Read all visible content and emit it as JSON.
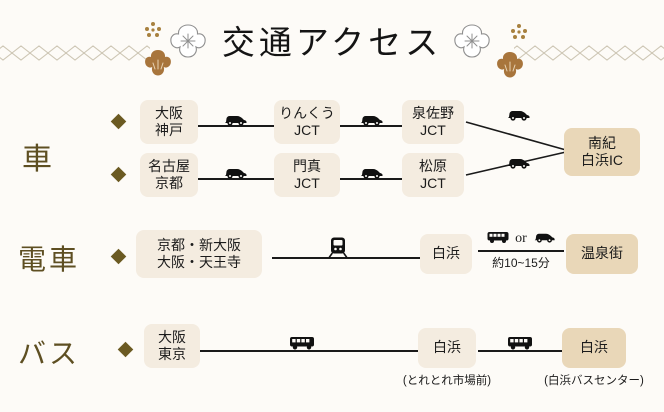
{
  "header": {
    "title": "交通アクセス",
    "motifs": [
      "plum-dots-left",
      "plum-outline-left",
      "plum-solid-left",
      "plum-dots-right",
      "plum-outline-right",
      "plum-solid-right"
    ],
    "divider": "diamond-chain"
  },
  "colors": {
    "background": "#fdfbf7",
    "node_fill": "#f4ece0",
    "destination_fill": "#e9d7b8",
    "mode_label": "#5e4f22",
    "bullet": "#6b5a22",
    "line": "#1a1a1a",
    "divider": "#cdc6b4"
  },
  "sections": [
    {
      "mode": "車",
      "routes": [
        {
          "origin": [
            "大阪",
            "神戸"
          ],
          "stops": [
            [
              "りんくう",
              "JCT"
            ],
            [
              "泉佐野",
              "JCT"
            ]
          ],
          "vehicle": "car-icon"
        },
        {
          "origin": [
            "名古屋",
            "京都"
          ],
          "stops": [
            [
              "門真",
              "JCT"
            ],
            [
              "松原",
              "JCT"
            ]
          ],
          "vehicle": "car-icon"
        }
      ],
      "destination": [
        "南紀",
        "白浜IC"
      ]
    },
    {
      "mode": "電車",
      "routes": [
        {
          "origin": [
            "京都・新大阪",
            "大阪・天王寺"
          ],
          "stops": [
            [
              "白浜"
            ]
          ],
          "vehicle": "train-icon"
        }
      ],
      "transfer": {
        "options": [
          "bus-icon",
          "car-icon"
        ],
        "separator": "or",
        "duration": "約10~15分"
      },
      "destination": [
        "温泉街"
      ]
    },
    {
      "mode": "バス",
      "routes": [
        {
          "origin": [
            "大阪",
            "東京"
          ],
          "stops": [
            [
              "白浜"
            ]
          ],
          "stop_captions": [
            "(とれとれ市場前)"
          ],
          "vehicle": "bus-icon"
        }
      ],
      "destination": [
        "白浜"
      ],
      "destination_caption": "(白浜バスセンター)"
    }
  ]
}
